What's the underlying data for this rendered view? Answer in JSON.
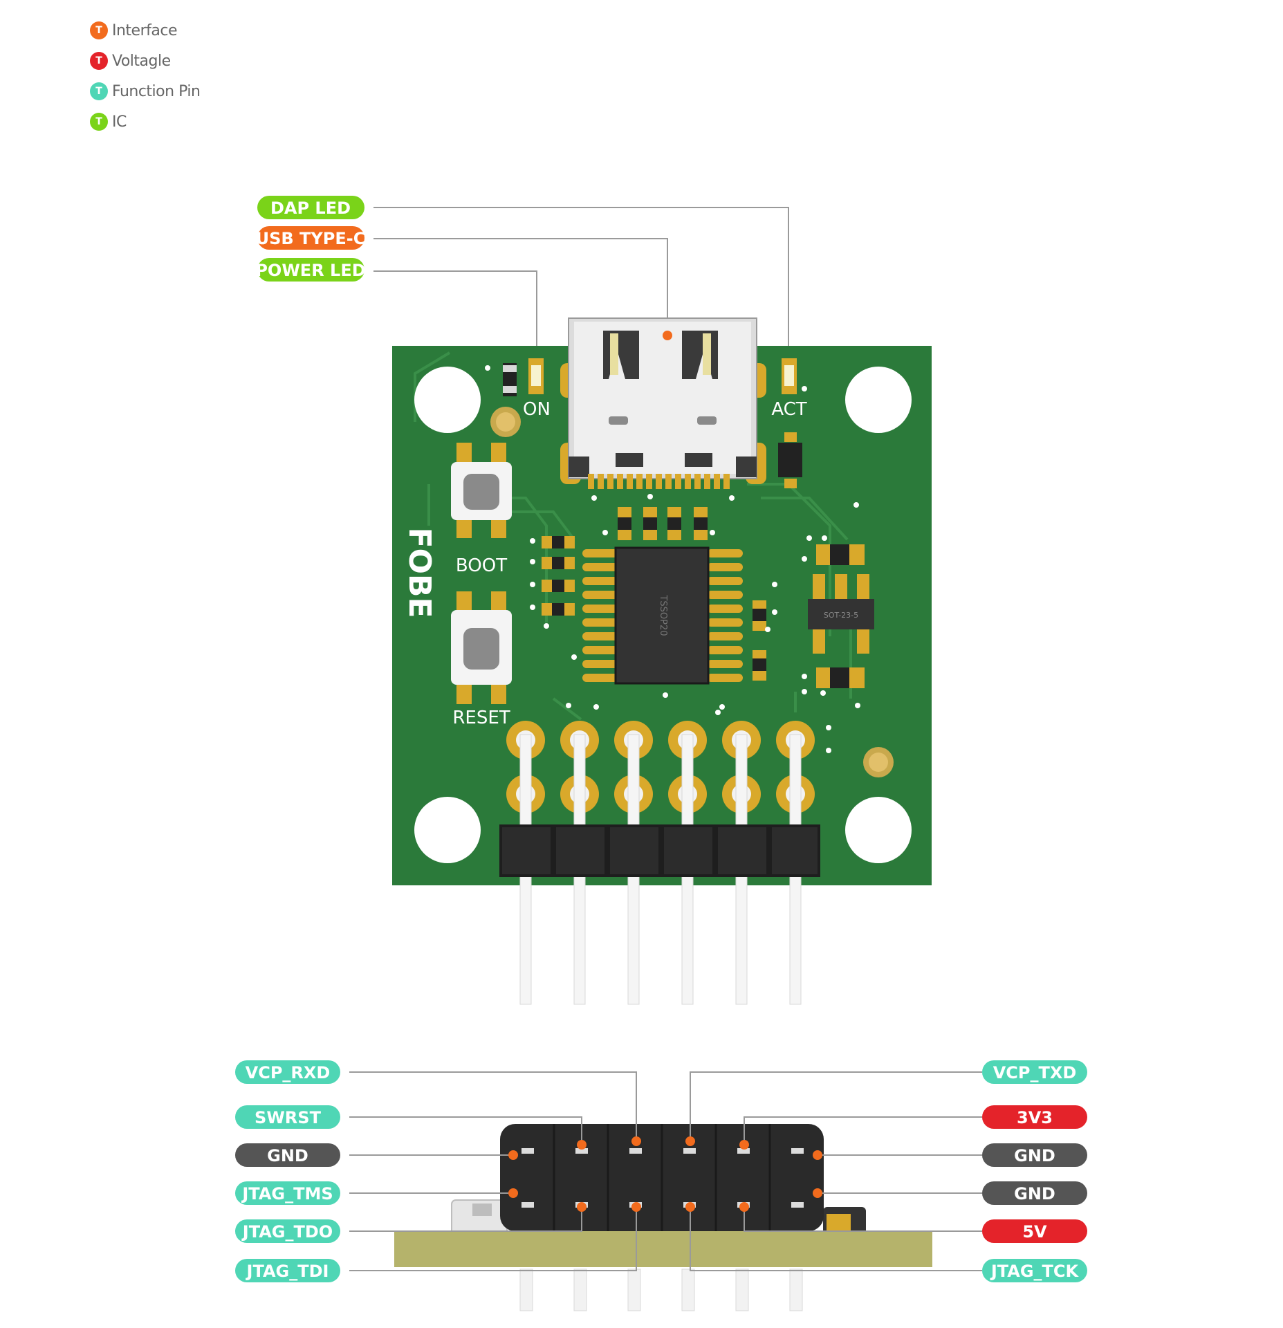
{
  "legend": [
    {
      "mark": "T",
      "label": "Interface",
      "color": "#F26B1D"
    },
    {
      "mark": "T",
      "label": "Voltagle",
      "color": "#E4232A"
    },
    {
      "mark": "T",
      "label": "Function Pin",
      "color": "#4FD6B5"
    },
    {
      "mark": "T",
      "label": "IC",
      "color": "#7AD319"
    }
  ],
  "top_callouts": {
    "dap_led": "DAP LED",
    "usb_type_c": "USB TYPE-C",
    "power_led": "POWER LED"
  },
  "silkscreen": {
    "on": "ON",
    "act": "ACT",
    "boot": "BOOT",
    "reset": "RESET",
    "chip": "TSSOP20",
    "regulator": "SOT-23-5",
    "logo": "FOBE"
  },
  "pins_left": {
    "vcp_rxd": "VCP_RXD",
    "swrst": "SWRST",
    "gnd": "GND",
    "jtag_tms": "JTAG_TMS",
    "jtag_tdo": "JTAG_TDO",
    "jtag_tdi": "JTAG_TDI"
  },
  "pins_right": {
    "vcp_txd": "VCP_TXD",
    "v3v3": "3V3",
    "gnd_a": "GND",
    "gnd_b": "GND",
    "v5v": "5V",
    "jtag_tck": "JTAG_TCK"
  },
  "colors": {
    "interface": "#F26B1D",
    "voltage": "#E4232A",
    "function_pin": "#4FD6B5",
    "ic": "#7AD319",
    "gnd": "#555555",
    "pcb": "#2B7A3A",
    "pad": "#D9A92B"
  }
}
